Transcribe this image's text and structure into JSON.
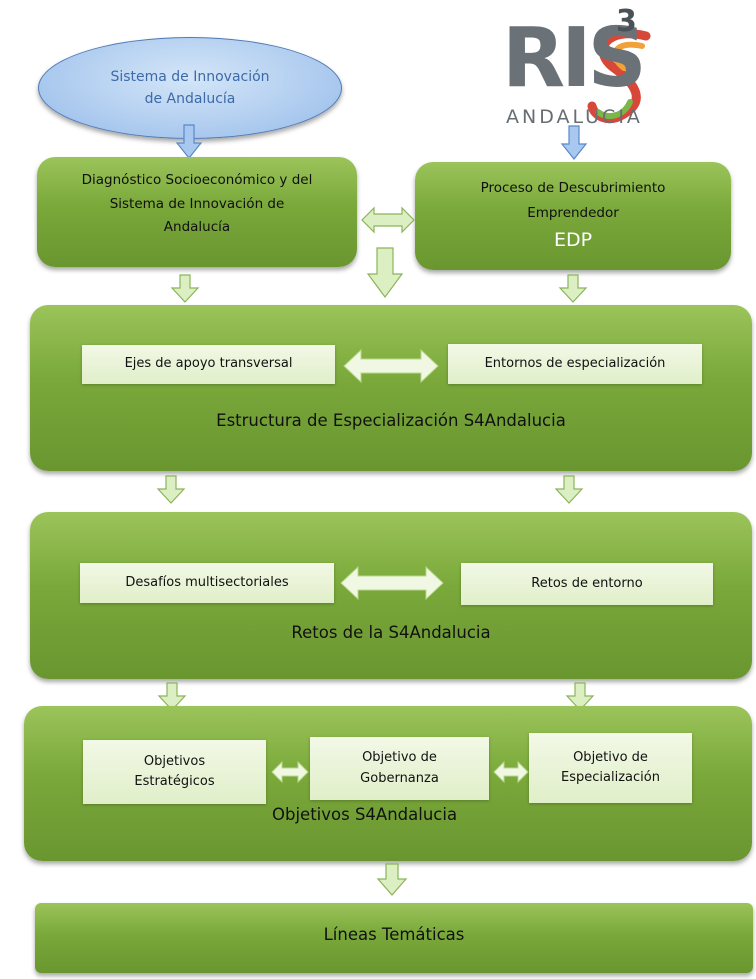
{
  "logo": {
    "main_text": "RIS",
    "superscript": "3",
    "subtitle": "ANDALUCIA"
  },
  "source": {
    "line1": "Sistema de Innovación",
    "line2": "de Andalucía"
  },
  "diagnostico": {
    "line1": "Diagnóstico Socioeconómico y del",
    "line2": "Sistema de Innovación de",
    "line3": "Andalucía"
  },
  "proceso": {
    "line1": "Proceso de Descubrimiento",
    "line2": "Emprendedor",
    "acronym": "EDP"
  },
  "estructura": {
    "title": "Estructura de Especialización S4Andalucia",
    "left": "Ejes de apoyo transversal",
    "right": "Entornos de especialización"
  },
  "retos": {
    "title": "Retos de la S4Andalucia",
    "left": "Desafíos multisectoriales",
    "right": "Retos de entorno"
  },
  "objetivos": {
    "title": "Objetivos S4Andalucia",
    "left_line1": "Objetivos",
    "left_line2": "Estratégicos",
    "middle_line1": "Objetivo de",
    "middle_line2": "Gobernanza",
    "right_line1": "Objetivo de",
    "right_line2": "Especialización"
  },
  "lineas": {
    "title": "Líneas Temáticas"
  },
  "colors": {
    "green_box": "#7aa83a",
    "inner_box": "#e8f3d6",
    "ellipse": "#a9c8ee",
    "down_arrow_blue": "#a8c8f0",
    "down_arrow_green": "#dcefc2"
  }
}
